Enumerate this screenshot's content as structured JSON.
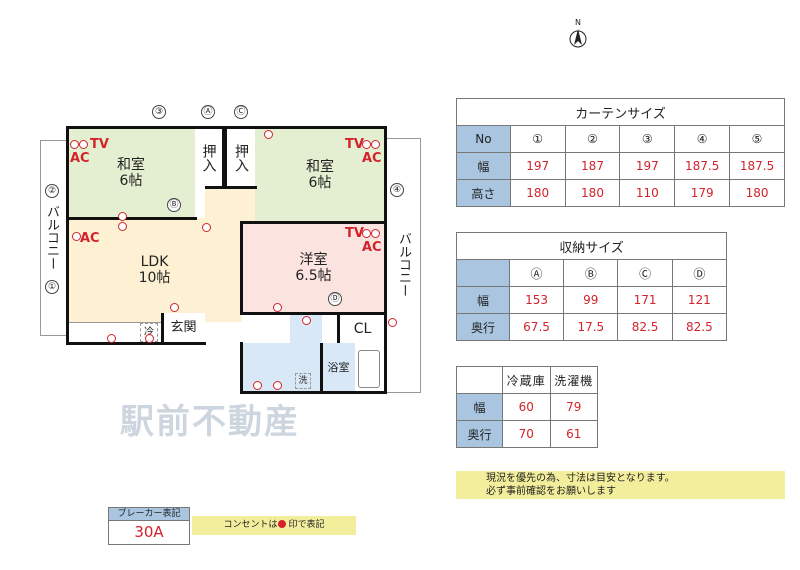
{
  "north_label": "N",
  "floorplan": {
    "rooms": {
      "washitsu_left": {
        "name": "和室",
        "size": "6帖"
      },
      "washitsu_right": {
        "name": "和室",
        "size": "6帖"
      },
      "oshiire_a": "押入",
      "oshiire_c": "押入",
      "ldk": {
        "name": "LDK",
        "size": "10帖"
      },
      "youshitsu": {
        "name": "洋室",
        "size": "6.5帖"
      },
      "genkan": "玄関",
      "closet": "CL",
      "bath": "浴室",
      "fridge_mark": "冷",
      "washer_mark": "洗"
    },
    "balcony_left": "バルコニー",
    "balcony_right": "バルコニー",
    "markers": {
      "c1": "①",
      "c2": "②",
      "c3": "③",
      "c4": "④",
      "cA": "Ⓐ",
      "cB": "Ⓑ",
      "cC": "Ⓒ",
      "cD": "Ⓓ"
    },
    "tv": "TV",
    "ac": "AC",
    "watermark": "駅前不動産"
  },
  "curtain_table": {
    "title": "カーテンサイズ",
    "row_labels": [
      "No",
      "幅",
      "高さ"
    ],
    "cols": [
      "①",
      "②",
      "③",
      "④",
      "⑤"
    ],
    "width": [
      "197",
      "187",
      "197",
      "187.5",
      "187.5"
    ],
    "height": [
      "180",
      "180",
      "110",
      "179",
      "180"
    ]
  },
  "storage_table": {
    "title": "収納サイズ",
    "row_labels": [
      "",
      "幅",
      "奥行"
    ],
    "cols": [
      "Ⓐ",
      "Ⓑ",
      "Ⓒ",
      "Ⓓ"
    ],
    "width": [
      "153",
      "99",
      "171",
      "121"
    ],
    "depth": [
      "67.5",
      "17.5",
      "82.5",
      "82.5"
    ]
  },
  "appliance_table": {
    "cols": [
      "冷蔵庫",
      "洗濯機"
    ],
    "row_labels": [
      "幅",
      "奥行"
    ],
    "width": [
      "60",
      "79"
    ],
    "depth": [
      "70",
      "61"
    ]
  },
  "note": {
    "line1": "現況を優先の為、寸法は目安となります。",
    "line2": "必ず事前確認をお願いします"
  },
  "breaker": {
    "label": "ブレーカー表記",
    "value": "30A"
  },
  "outlet_note": {
    "before": "コンセントは",
    "after": "印で表記"
  },
  "colors": {
    "washitsu": "#e4efd2",
    "ldk": "#fdf0d3",
    "youshitsu": "#fbe3df",
    "water": "#d9e8f6",
    "header": "#a9c5df",
    "value": "#d2232a",
    "note": "#f2ee9c"
  }
}
